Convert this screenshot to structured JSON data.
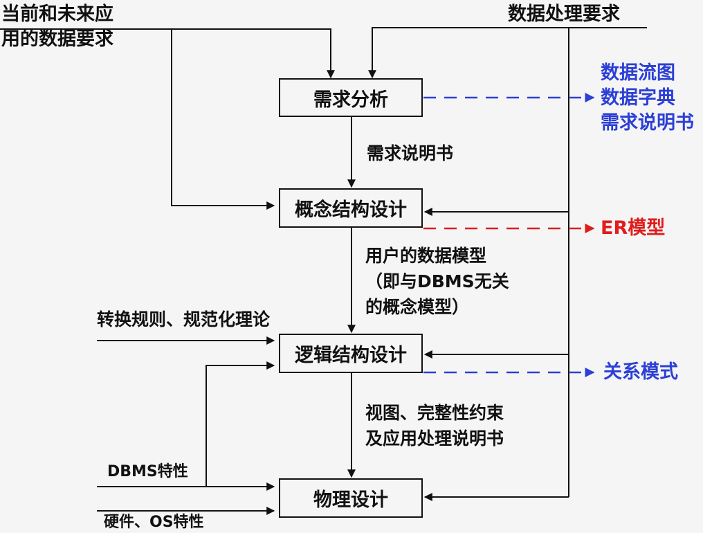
{
  "inputs": {
    "current_future": [
      "当前和未来应",
      "用的数据要求"
    ],
    "processing": "数据处理要求",
    "transform_rules": "转换规则、规范化理论",
    "dbms_features": "DBMS特性",
    "hardware_os": "硬件、OS特性"
  },
  "stages": {
    "requirements": "需求分析",
    "conceptual": "概念结构设计",
    "logical": "逻辑结构设计",
    "physical": "物理设计"
  },
  "flows": {
    "req_to_concept": "需求说明书",
    "concept_to_logical": [
      "用户的数据模型",
      "（即与DBMS无关",
      "的概念模型）"
    ],
    "logical_to_physical": [
      "视图、完整性约束",
      "及应用处理说明书"
    ]
  },
  "outputs": {
    "requirements": [
      "数据流图",
      "数据字典",
      "需求说明书"
    ],
    "conceptual": "ER模型",
    "logical": "关系模式"
  },
  "colors": {
    "line": "#111111",
    "dashed_blue": "#2c3fd6",
    "dashed_red": "#e01c1c"
  }
}
